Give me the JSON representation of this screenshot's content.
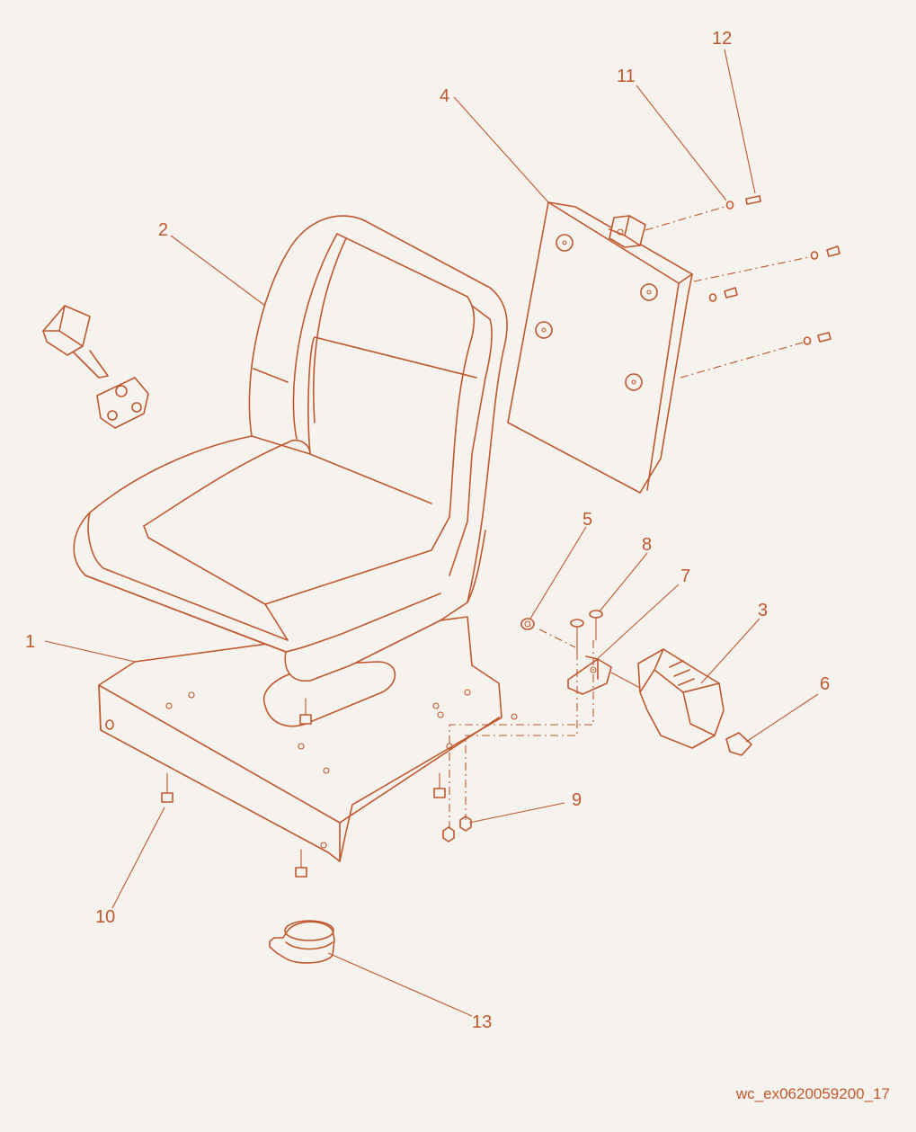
{
  "diagram": {
    "line_color": "#c0582e",
    "background": "#f6f2ee",
    "callouts": {
      "c1": "1",
      "c2": "2",
      "c3": "3",
      "c4": "4",
      "c5": "5",
      "c6": "6",
      "c7": "7",
      "c8": "8",
      "c9": "9",
      "c10": "10",
      "c11": "11",
      "c12": "12",
      "c13": "13"
    },
    "reference_code": "wc_ex0620059200_17"
  }
}
